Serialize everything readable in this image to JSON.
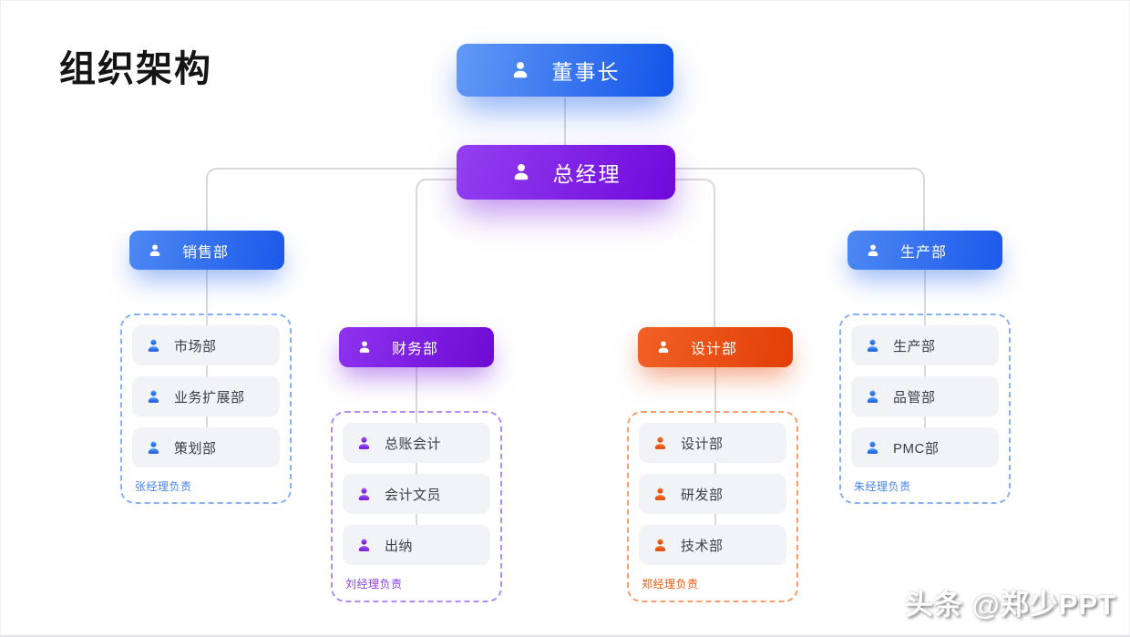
{
  "page": {
    "title": "组织架构",
    "watermark": "头条 @郑少PPT"
  },
  "org": {
    "chairman": {
      "label": "董事长"
    },
    "general_manager": {
      "label": "总经理"
    },
    "branches": [
      {
        "label": "销售部",
        "theme": "blue",
        "manager_note": "张经理负责",
        "children": [
          {
            "label": "市场部"
          },
          {
            "label": "业务扩展部"
          },
          {
            "label": "策划部"
          }
        ]
      },
      {
        "label": "财务部",
        "theme": "purple",
        "manager_note": "刘经理负责",
        "children": [
          {
            "label": "总账会计"
          },
          {
            "label": "会计文员"
          },
          {
            "label": "出纳"
          }
        ]
      },
      {
        "label": "设计部",
        "theme": "orange",
        "manager_note": "郑经理负责",
        "children": [
          {
            "label": "设计部"
          },
          {
            "label": "研发部"
          },
          {
            "label": "技术部"
          }
        ]
      },
      {
        "label": "生产部",
        "theme": "blue",
        "manager_note": "朱经理负责",
        "children": [
          {
            "label": "生产部"
          },
          {
            "label": "品管部"
          },
          {
            "label": "PMC部"
          }
        ]
      }
    ],
    "theme_colors": {
      "blue": "#2f6ef0",
      "purple": "#7c1fe0",
      "orange": "#e8500f"
    },
    "connector_color": "#d9d9dc"
  }
}
